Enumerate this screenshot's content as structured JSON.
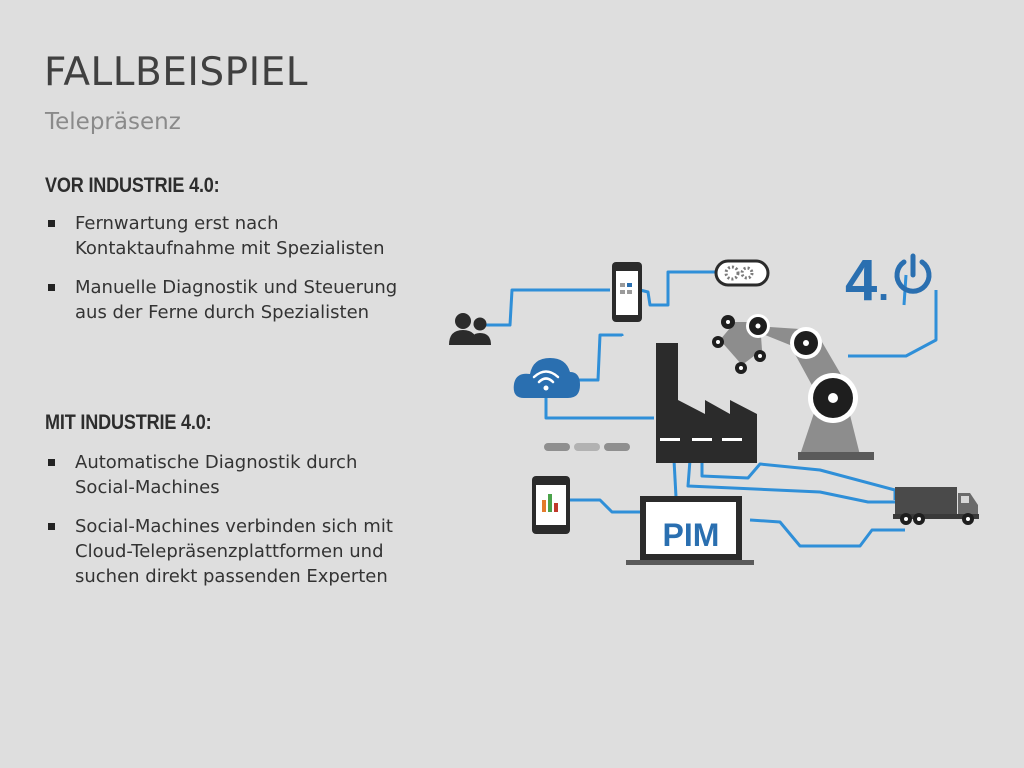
{
  "slide": {
    "title": "FALLBEISPIEL",
    "subtitle": "Telepräsenz"
  },
  "sections": [
    {
      "heading": "VOR INDUSTRIE 4.0:",
      "bullets": [
        "Fernwartung erst nach Kontaktaufnahme mit Spezialisten",
        "Manuelle Diagnostik und Steuerung aus der Ferne durch Spezialisten"
      ]
    },
    {
      "heading": "MIT INDUSTRIE 4.0:",
      "bullets": [
        "Automatische Diagnostik durch Social-Machines",
        "Social-Machines verbinden sich mit Cloud-Telepräsenzplattformen und suchen direkt passenden Experten"
      ]
    }
  ],
  "diagram": {
    "badge_number": "4",
    "badge_dot": ".",
    "monitor_label": "PIM",
    "colors": {
      "line": "#2f8fd8",
      "dark": "#2b2b2b",
      "robot": "#8d8d8d",
      "accent_blue": "#2a6fb0"
    }
  }
}
